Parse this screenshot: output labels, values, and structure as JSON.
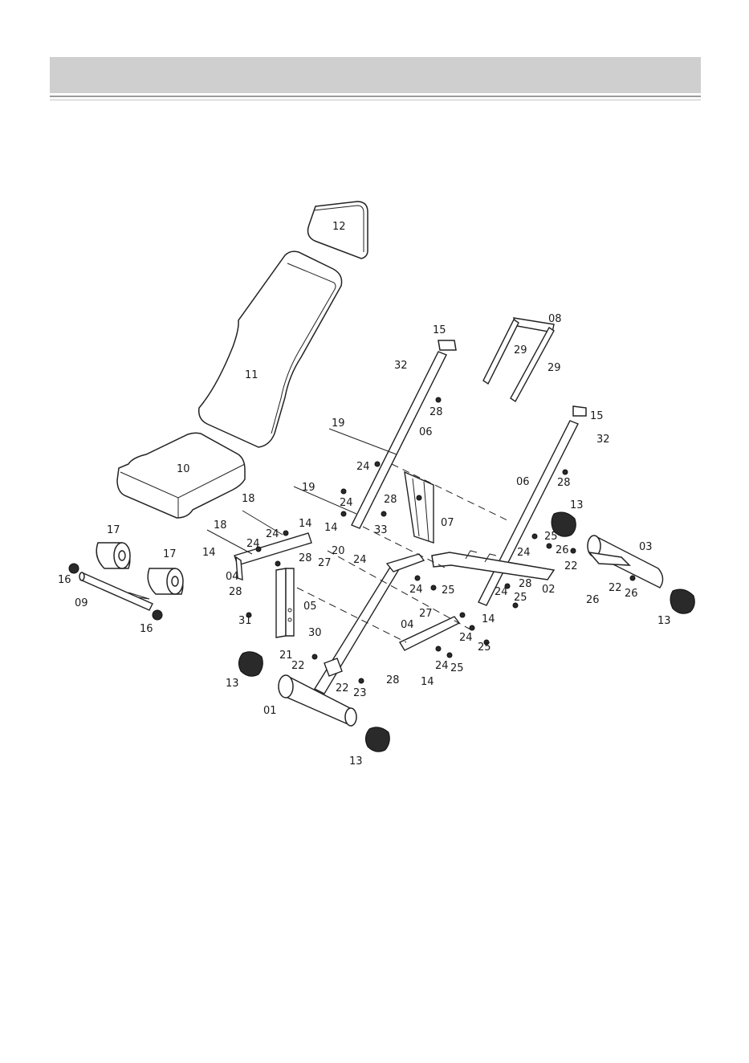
{
  "document": {
    "header_text": "",
    "part_numbers": [
      "01",
      "02",
      "03",
      "04",
      "05",
      "06",
      "07",
      "08",
      "09",
      "10",
      "11",
      "12",
      "13",
      "14",
      "15",
      "16",
      "17",
      "18",
      "19",
      "20",
      "21",
      "22",
      "23",
      "24",
      "25",
      "26",
      "27",
      "28",
      "29",
      "30",
      "31",
      "32",
      "33"
    ]
  },
  "callouts": [
    {
      "id": "c12",
      "text": "12"
    },
    {
      "id": "c11",
      "text": "11"
    },
    {
      "id": "c10",
      "text": "10"
    },
    {
      "id": "c15a",
      "text": "15"
    },
    {
      "id": "c32a",
      "text": "32"
    },
    {
      "id": "c08",
      "text": "08"
    },
    {
      "id": "c29a",
      "text": "29"
    },
    {
      "id": "c29b",
      "text": "29"
    },
    {
      "id": "c28a",
      "text": "28"
    },
    {
      "id": "c06a",
      "text": "06"
    },
    {
      "id": "c19a",
      "text": "19"
    },
    {
      "id": "c24a",
      "text": "24"
    },
    {
      "id": "c15b",
      "text": "15"
    },
    {
      "id": "c32b",
      "text": "32"
    },
    {
      "id": "c06b",
      "text": "06"
    },
    {
      "id": "c28b",
      "text": "28"
    },
    {
      "id": "c19b",
      "text": "19"
    },
    {
      "id": "c24b",
      "text": "24"
    },
    {
      "id": "c28c",
      "text": "28"
    },
    {
      "id": "c07",
      "text": "07"
    },
    {
      "id": "c18a",
      "text": "18"
    },
    {
      "id": "c14a",
      "text": "14"
    },
    {
      "id": "c14b",
      "text": "14"
    },
    {
      "id": "c33",
      "text": "33"
    },
    {
      "id": "c13a",
      "text": "13"
    },
    {
      "id": "c18b",
      "text": "18"
    },
    {
      "id": "c24c",
      "text": "24"
    },
    {
      "id": "c24d",
      "text": "24"
    },
    {
      "id": "c17a",
      "text": "17"
    },
    {
      "id": "c17b",
      "text": "17"
    },
    {
      "id": "c14c",
      "text": "14"
    },
    {
      "id": "c28d",
      "text": "28"
    },
    {
      "id": "c20",
      "text": "20"
    },
    {
      "id": "c24e",
      "text": "24"
    },
    {
      "id": "c25a",
      "text": "25"
    },
    {
      "id": "c26a",
      "text": "26"
    },
    {
      "id": "c03",
      "text": "03"
    },
    {
      "id": "c24f",
      "text": "24"
    },
    {
      "id": "c22a",
      "text": "22"
    },
    {
      "id": "c16a",
      "text": "16"
    },
    {
      "id": "c04a",
      "text": "04"
    },
    {
      "id": "c27a",
      "text": "27"
    },
    {
      "id": "c24g",
      "text": "24"
    },
    {
      "id": "c25b",
      "text": "25"
    },
    {
      "id": "c28e",
      "text": "28"
    },
    {
      "id": "c02",
      "text": "02"
    },
    {
      "id": "c22b",
      "text": "22"
    },
    {
      "id": "c26b",
      "text": "26"
    },
    {
      "id": "c09",
      "text": "09"
    },
    {
      "id": "c28f",
      "text": "28"
    },
    {
      "id": "c05",
      "text": "05"
    },
    {
      "id": "c24h",
      "text": "24"
    },
    {
      "id": "c25c",
      "text": "25"
    },
    {
      "id": "c26c",
      "text": "26"
    },
    {
      "id": "c16b",
      "text": "16"
    },
    {
      "id": "c27b",
      "text": "27"
    },
    {
      "id": "c14d",
      "text": "14"
    },
    {
      "id": "c13b",
      "text": "13"
    },
    {
      "id": "c31",
      "text": "31"
    },
    {
      "id": "c04b",
      "text": "04"
    },
    {
      "id": "c24i",
      "text": "24"
    },
    {
      "id": "c25d",
      "text": "25"
    },
    {
      "id": "c30",
      "text": "30"
    },
    {
      "id": "c21",
      "text": "21"
    },
    {
      "id": "c22c",
      "text": "22"
    },
    {
      "id": "c24j",
      "text": "24"
    },
    {
      "id": "c25e",
      "text": "25"
    },
    {
      "id": "c13c",
      "text": "13"
    },
    {
      "id": "c22d",
      "text": "22"
    },
    {
      "id": "c23",
      "text": "23"
    },
    {
      "id": "c28g",
      "text": "28"
    },
    {
      "id": "c14e",
      "text": "14"
    },
    {
      "id": "c01",
      "text": "01"
    },
    {
      "id": "c13d",
      "text": "13"
    }
  ]
}
